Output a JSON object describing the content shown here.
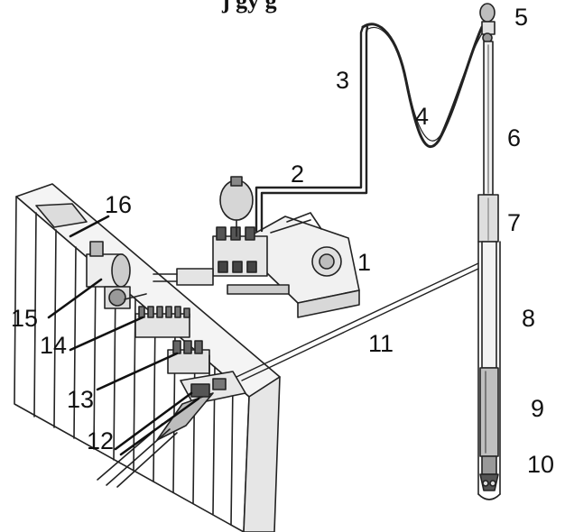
{
  "figure": {
    "cropped_heading": "j  gy g",
    "labels": [
      "1",
      "2",
      "3",
      "4",
      "5",
      "6",
      "7",
      "8",
      "9",
      "10",
      "11",
      "12",
      "13",
      "14",
      "15",
      "16"
    ]
  },
  "colors": {
    "line": "#222222",
    "shade": "#8a8a8a",
    "light": "#cfcfcf"
  }
}
